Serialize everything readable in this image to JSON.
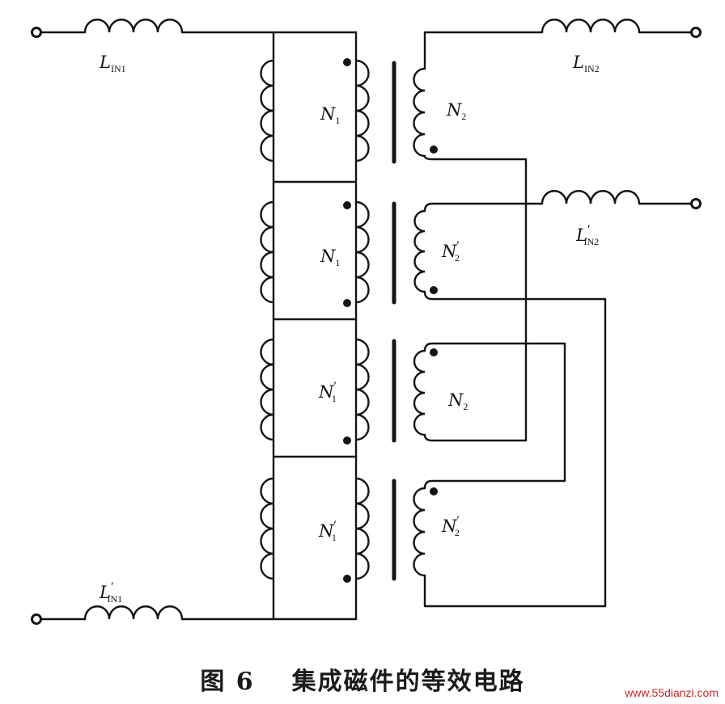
{
  "diagram": {
    "caption_number": "图 6",
    "caption_title": "集成磁件的等效电路",
    "watermark": "www.55dianzi.com",
    "labels": {
      "lin1": {
        "main": "L",
        "sub": "IN1",
        "prime": ""
      },
      "lin1p": {
        "main": "L",
        "sub": "IN1",
        "prime": "′"
      },
      "lin2": {
        "main": "L",
        "sub": "IN2",
        "prime": ""
      },
      "lin2p": {
        "main": "L",
        "sub": "IN2",
        "prime": "′"
      },
      "w1": {
        "main": "N",
        "sub": "1",
        "prime": ""
      },
      "w2": {
        "main": "N",
        "sub": "1",
        "prime": ""
      },
      "w3": {
        "main": "N",
        "sub": "1",
        "prime": "′"
      },
      "w4": {
        "main": "N",
        "sub": "1",
        "prime": "′"
      },
      "s1": {
        "main": "N",
        "sub": "2",
        "prime": ""
      },
      "s2": {
        "main": "N",
        "sub": "2",
        "prime": "′"
      },
      "s3": {
        "main": "N",
        "sub": "2",
        "prime": ""
      },
      "s4": {
        "main": "N",
        "sub": "2",
        "prime": "′"
      }
    },
    "colors": {
      "ink": "#141414",
      "watermark": "#c62828"
    }
  }
}
